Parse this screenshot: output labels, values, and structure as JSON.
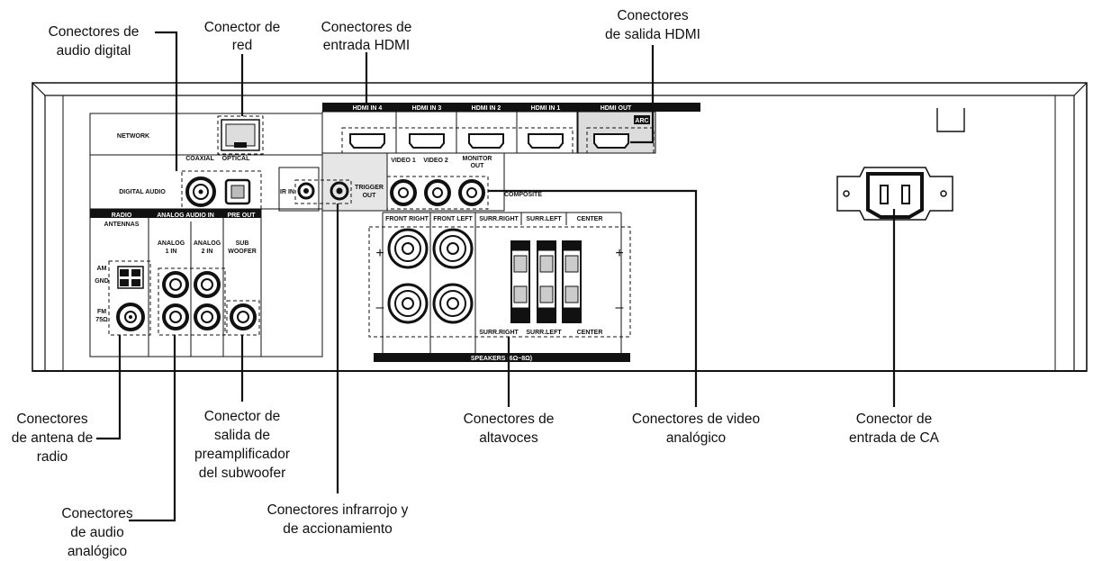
{
  "callouts": {
    "digital_audio": [
      "Conectores de",
      "audio digital"
    ],
    "network": [
      "Conector de",
      "red"
    ],
    "hdmi_in": [
      "Conectores de",
      "entrada HDMI"
    ],
    "hdmi_out": [
      "Conectores",
      "de salida HDMI"
    ],
    "antenna": [
      "Conectores",
      "de antena de",
      "radio"
    ],
    "sub_preout": [
      "Conector de",
      "salida de",
      "preamplificador",
      "del subwoofer"
    ],
    "analog_audio": [
      "Conectores",
      "de audio",
      "analógico"
    ],
    "ir_trigger": [
      "Conectores infrarrojo y",
      "de accionamiento"
    ],
    "speakers": [
      "Conectores de",
      "altavoces"
    ],
    "analog_video": [
      "Conectores de video",
      "analógico"
    ],
    "ac_input": [
      "Conector de",
      "entrada de CA"
    ]
  },
  "panel": {
    "network": "NETWORK",
    "digital_audio": "DIGITAL AUDIO",
    "coaxial": "COAXIAL",
    "optical": "OPTICAL",
    "radio_antennas": [
      "RADIO",
      "ANTENNAS"
    ],
    "analog_audio_in": "ANALOG AUDIO IN",
    "pre_out": "PRE OUT",
    "analog1": [
      "ANALOG",
      "1 IN"
    ],
    "analog2": [
      "ANALOG",
      "2 IN"
    ],
    "sub_woofer": [
      "SUB",
      "WOOFER"
    ],
    "am": "AM",
    "gnd": "GND",
    "fm": [
      "FM",
      "75Ω"
    ],
    "ir_in": "IR IN",
    "trigger_out": [
      "TRIGGER",
      "OUT"
    ],
    "hdmi_in_4": "HDMI IN 4",
    "hdmi_in_3": "HDMI IN 3",
    "hdmi_in_2": "HDMI IN 2",
    "hdmi_in_1": "HDMI IN 1",
    "hdmi_out": "HDMI OUT",
    "arc": "ARC",
    "video1": "VIDEO 1",
    "video2": "VIDEO 2",
    "monitor_out": [
      "MONITOR",
      "OUT"
    ],
    "composite": "COMPOSITE",
    "front_right": "FRONT RIGHT",
    "front_left": "FRONT LEFT",
    "surr_right": "SURR.RIGHT",
    "surr_left": "SURR.LEFT",
    "center": "CENTER",
    "speakers_bar": "SPEAKERS (6Ω~8Ω)",
    "plus": "+",
    "minus": "–"
  }
}
